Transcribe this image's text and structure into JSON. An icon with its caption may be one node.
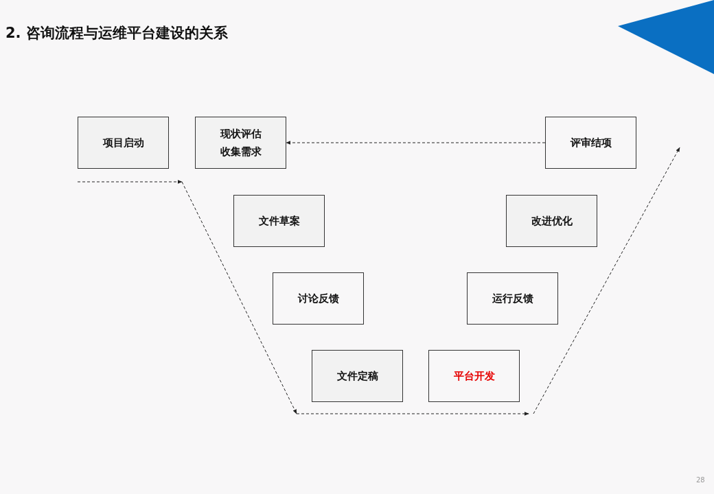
{
  "diagram": {
    "title": "2. 咨询流程与运维平台建设的关系",
    "nodes": [
      {
        "text": [
          "项目启动"
        ]
      },
      {
        "text": [
          "现状评估",
          "收集需求"
        ]
      },
      {
        "text": [
          "评审结项"
        ]
      },
      {
        "text": [
          "文件草案"
        ]
      },
      {
        "text": [
          "改进优化"
        ]
      },
      {
        "text": [
          "讨论反馈"
        ]
      },
      {
        "text": [
          "运行反馈"
        ]
      },
      {
        "text": [
          "文件定稿"
        ]
      },
      {
        "text": [
          "平台开发"
        ]
      }
    ],
    "edges": [
      {
        "from": 2,
        "to": 1,
        "arrow": "to",
        "style": "dashed"
      }
    ],
    "labels": [
      "28"
    ]
  }
}
